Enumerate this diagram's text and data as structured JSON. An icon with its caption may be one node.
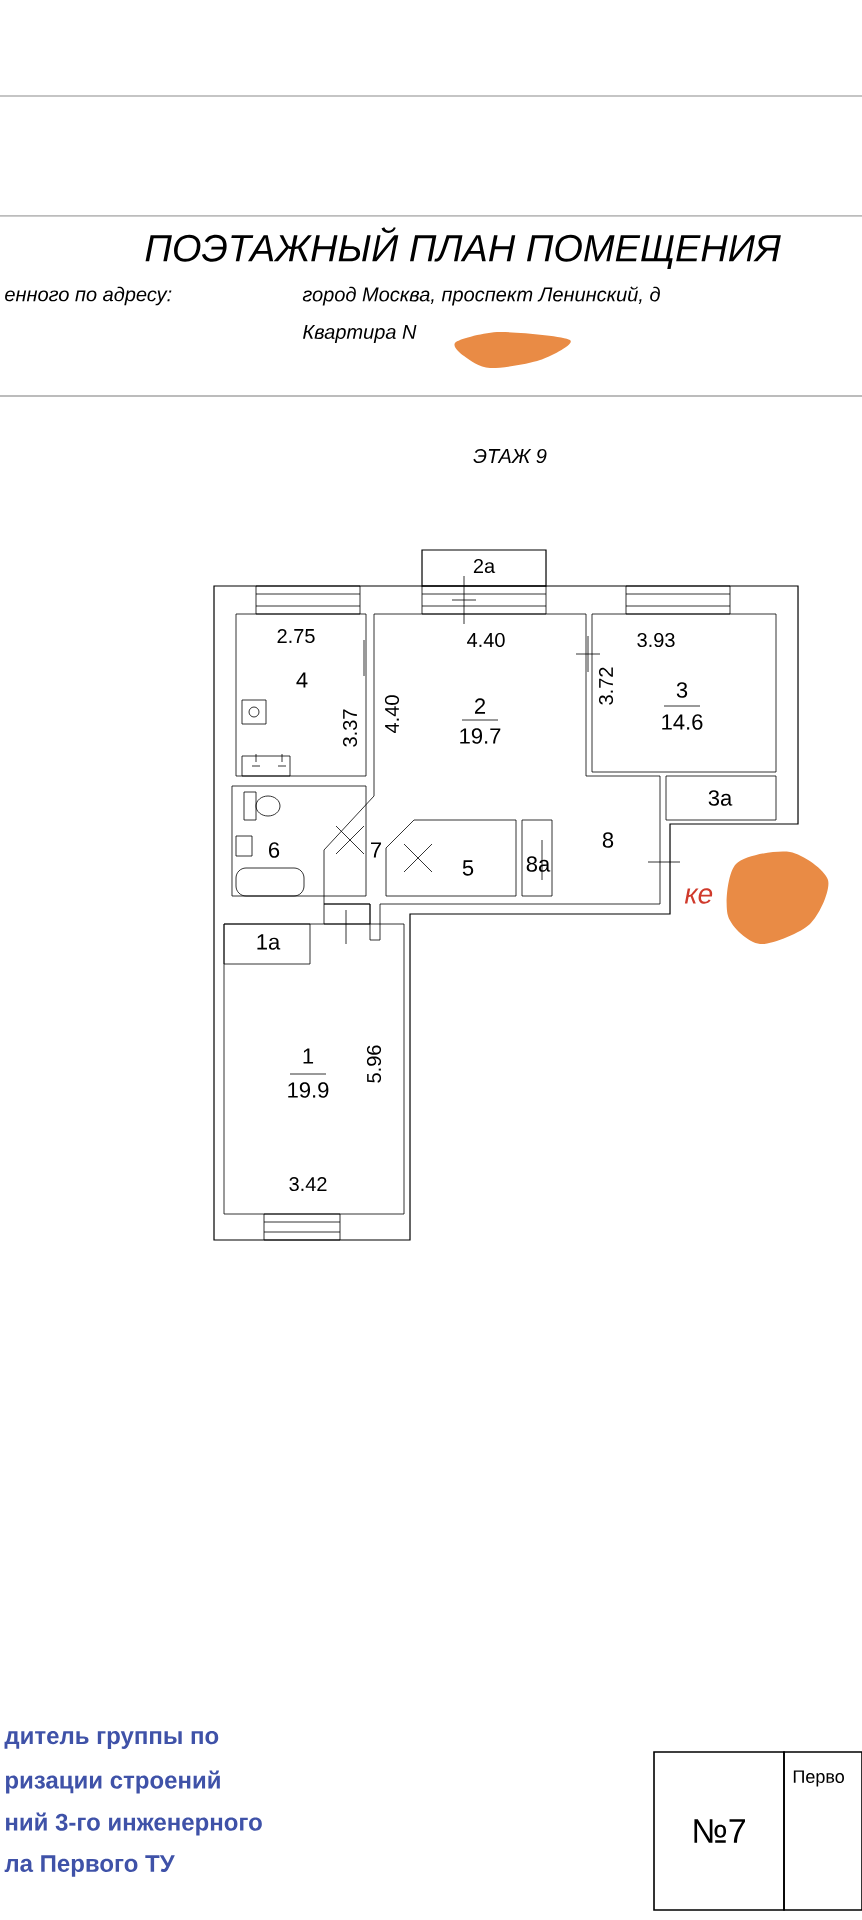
{
  "diagram": {
    "title": "ПОЭТАЖНЫЙ ПЛАН ПОМЕЩЕНИЯ",
    "labels": [
      "енного по адресу:",
      "город Москва, проспект Ленинский, д",
      "Квартира N",
      "ЭТАЖ 9",
      "2a",
      "2.75",
      "4.40",
      "3.93",
      "4",
      "3.37",
      "4.40",
      "2",
      "19.7",
      "3.72",
      "3",
      "14.6",
      "3a",
      "6",
      "7",
      "5",
      "8a",
      "8",
      "ке",
      "1a",
      "1",
      "19.9",
      "5.96",
      "3.42",
      "дитель группы по",
      "ризации строений",
      "ний 3-го инженерного",
      "ла Первого ТУ",
      "№7",
      "Перво"
    ]
  }
}
